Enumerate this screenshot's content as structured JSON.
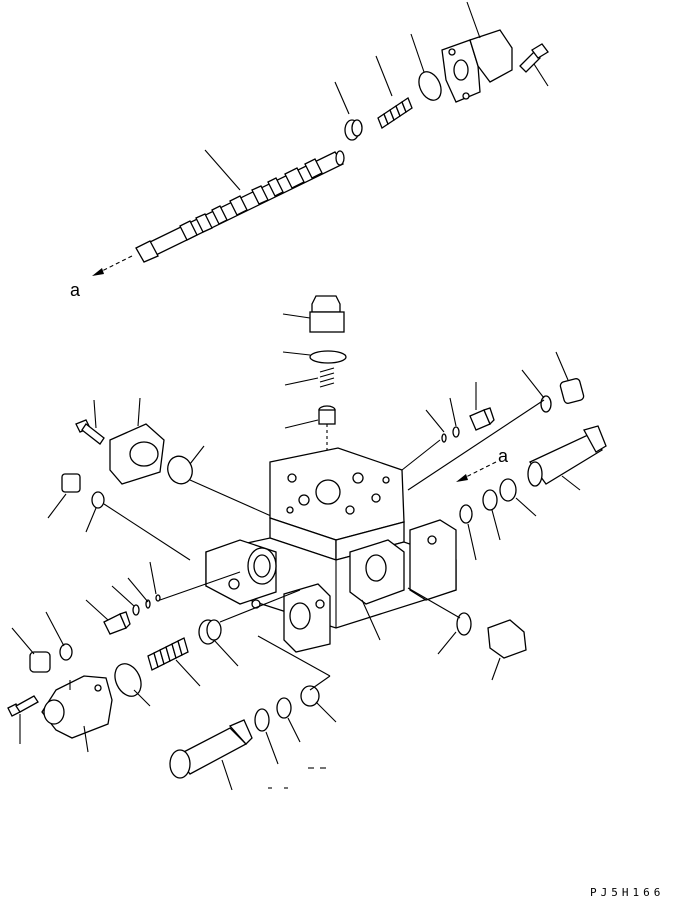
{
  "diagram": {
    "view_labels": [
      "a",
      "a"
    ],
    "drawing_code": "PJ5H166"
  }
}
